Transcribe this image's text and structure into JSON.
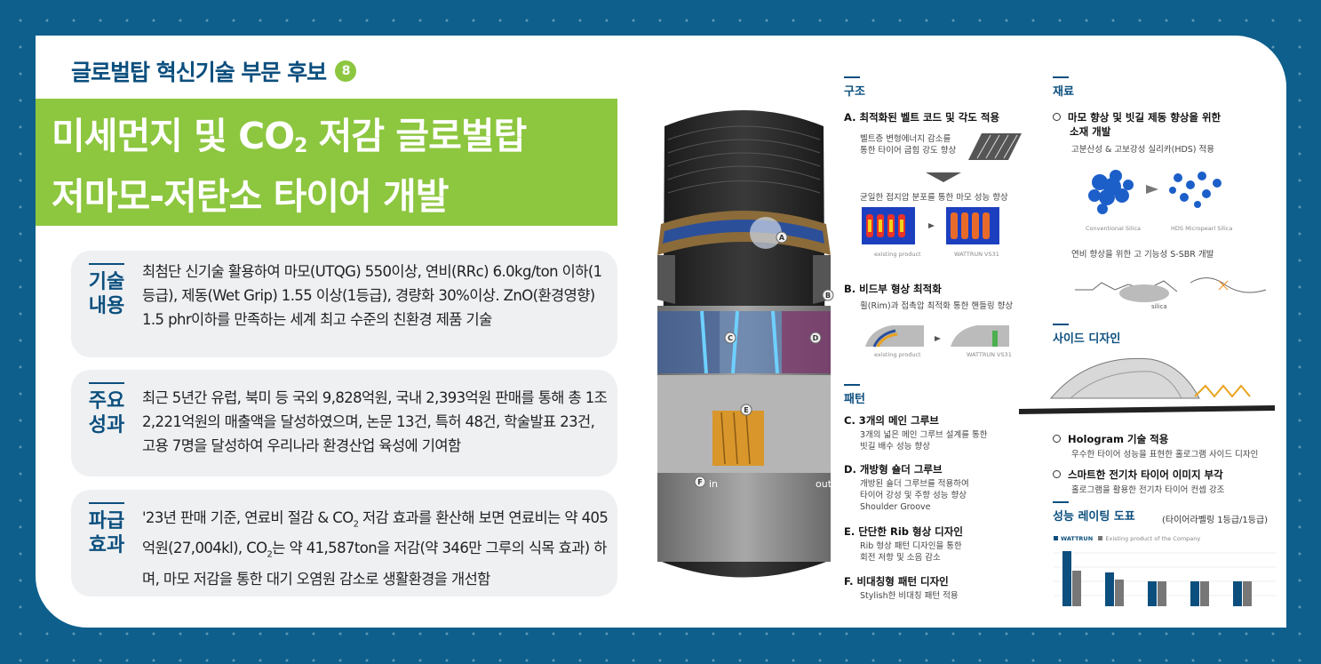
{
  "header": {
    "subtitle": "글로벌탑 혁신기술 부문 후보",
    "badge": "8",
    "title_line1_a": "미세먼지 및 CO",
    "title_line1_sub": "2",
    "title_line1_b": " 저감 글로벌탑",
    "title_line2": "저마모-저탄소 타이어 개발"
  },
  "sections": [
    {
      "label_line1": "기술",
      "label_line2": "내용",
      "text": "최첨단 신기술 활용하여 마모(UTQG) 550이상, 연비(RRc) 6.0kg/ton 이하(1등급), 제동(Wet Grip) 1.55 이상(1등급), 경량화 30%이상. ZnO(환경영향) 1.5 phr이하를 만족하는 세계 최고 수준의 친환경 제품 기술"
    },
    {
      "label_line1": "주요",
      "label_line2": "성과",
      "text": "최근 5년간 유럽, 북미 등 국외 9,828억원, 국내 2,393억원 판매를 통해 총 1조 2,221억원의 매출액을 달성하였으며, 논문 13건, 특허 48건, 학술발표 23건, 고용 7명을 달성하여 우리나라 환경산업 육성에 기여함"
    },
    {
      "label_line1": "파급",
      "label_line2": "효과",
      "text_a": "'23년 판매 기준, 연료비 절감 & CO",
      "text_sub1": "2",
      "text_b": " 저감 효과를 환산해 보면 연료비는 약 405억원(27,004kl), CO",
      "text_sub2": "2",
      "text_c": "는 약 41,587ton을 저감(약 346만 그루의 식목 효과) 하며, 마모 저감을 통한 대기 오염원 감소로 생활환경을 개선함"
    }
  ],
  "tire": {
    "markers": [
      "A",
      "B",
      "C",
      "D",
      "E",
      "F"
    ],
    "label_in": "in",
    "label_out": "out"
  },
  "structure": {
    "title": "구조",
    "a_title": "A. 최적화된 벨트 코드 및 각도 적용",
    "a_text1": "벨트층 변형에너지 감소를",
    "a_text2": "통한 타이어 굽힘 강도 향상",
    "a_text3": "균일한 접지압 분포를 통한 마모 성능 향상",
    "a_cap_left": "existing product",
    "a_cap_right": "WATTRUN VS31",
    "b_title": "B. 비드부 형상 최적화",
    "b_text": "휠(Rim)과 접촉압 최적화 통한 핸들링 향상",
    "b_cap_left": "existing product",
    "b_cap_right": "WATTRUN VS31"
  },
  "pattern": {
    "title": "패턴",
    "items": [
      {
        "h": "C. 3개의 메인 그루브",
        "t1": "3개의 넓은 메인 그루브 설계를 통한",
        "t2": "빗길 배수 성능 향상"
      },
      {
        "h": "D. 개방형 숄더 그루브",
        "t1": "개방된 숄더 그루브를 적용하여",
        "t2": "타이어 강성 및 주향 성능 향상",
        "t3": "Shoulder Groove"
      },
      {
        "h": "E. 단단한 Rib 형상 디자인",
        "t1": "Rib 형상 패턴 디자인을 통한",
        "t2": "회전 저항 및 소음 감소"
      },
      {
        "h": "F. 비대칭형 패턴 디자인",
        "t1": "Stylish한 비대칭 패턴 적용"
      }
    ]
  },
  "material": {
    "title": "재료",
    "h1": "마모 향상 및 빗길 제동 향상을 위한",
    "h2": "소재 개발",
    "t1": "고분산성 & 고보강성 실리카(HDS) 적용",
    "cap_left": "Conventional Silica",
    "cap_right": "HDS Micropearl Silica",
    "t2": "연비 향상을 위한 고 기능성 S-SBR 개발",
    "silica_label": "silica"
  },
  "side": {
    "title": "사이드 디자인",
    "b1_h": "Hologram 기술 적용",
    "b1_t": "우수한 타이어 성능을 표현한 홀로그램 사이드 디자인",
    "b2_h": "스마트한 전기차 타이어 이미지 부각",
    "b2_t": "홀로그램을 활용한 전기차 타이어 컨셉 강조"
  },
  "rating": {
    "title": "성능 레이팅 도표",
    "note": "(타이어라벨링 1등급/1등급)",
    "legend_a": "WATTRUN",
    "legend_b": "Existing product of the Company"
  },
  "colors": {
    "accent_green": "#8dc63f",
    "navy": "#0c4f7e",
    "bg_blue": "#0e5f8c"
  }
}
